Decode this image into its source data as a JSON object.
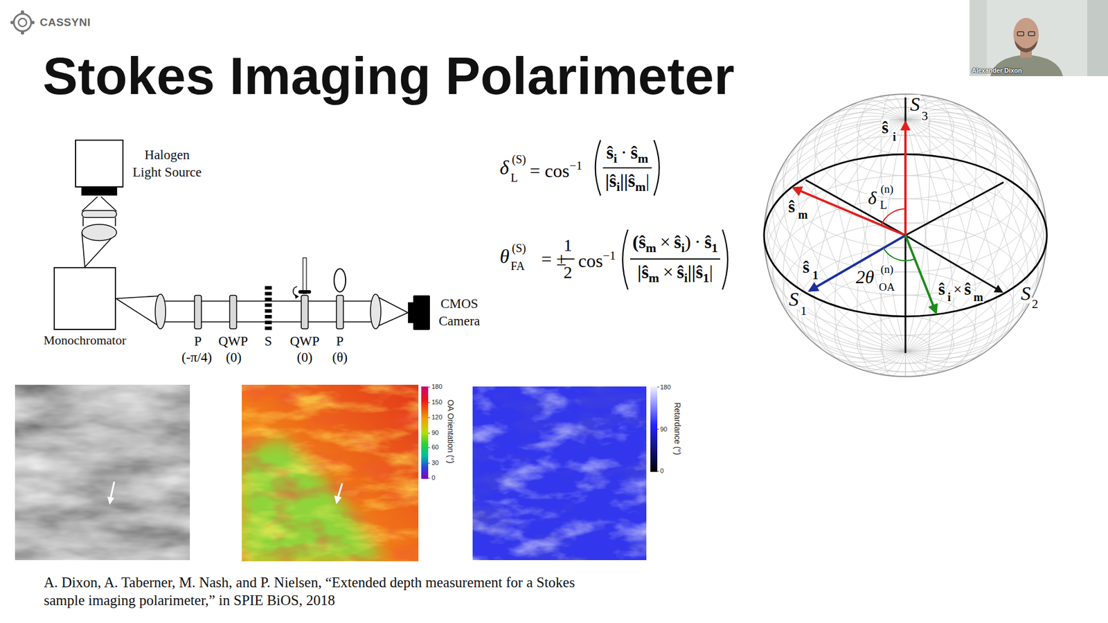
{
  "diagram": {
    "title": "Stokes Imaging Polarimeter",
    "caption": "A. Dixon, A. Taberner, M. Nash, and P. Nielsen, “Extended depth measurement for a Stokes sample imaging polarimeter,” in SPIE BiOS, 2018",
    "nodes": [
      {
        "text": [
          "Halogen Light Source"
        ]
      },
      {
        "text": [
          "Monochromator"
        ]
      },
      {
        "text": [
          "CMOS Camera"
        ]
      }
    ],
    "edges": [
      {
        "from": 0,
        "to": 1,
        "arrow": "none"
      },
      {
        "from": 1,
        "to": 2,
        "arrow": "none"
      }
    ],
    "labels": [
      "CASSYNI",
      "Alexander Dixon",
      "P",
      "(-π/4)",
      "QWP",
      "(0)",
      "S",
      "QWP",
      "(0)",
      "P",
      "(θ)",
      "δ",
      "L",
      "(S)",
      "= cos",
      "−1",
      "ŝ",
      "i",
      "·",
      "ŝ",
      "m",
      "|ŝ",
      "i",
      "||ŝ",
      "m",
      "|",
      "θ",
      "FA",
      "(S)",
      "= ±",
      "1",
      "2",
      "cos",
      "−1",
      "(ŝ",
      "m",
      "×",
      "ŝ",
      "i",
      ")",
      "·",
      "ŝ",
      "1",
      "|ŝ",
      "m",
      "×",
      "ŝ",
      "i",
      "||ŝ",
      "1",
      "|",
      "S",
      "3",
      "ŝ",
      "i",
      "δ",
      "L",
      "(n)",
      "ŝ",
      "m",
      "ŝ",
      "1",
      "S",
      "1",
      "2θ",
      "OA",
      "(n)",
      "ŝ",
      "i",
      "×",
      "ŝ",
      "m",
      "S",
      "2",
      "180",
      "150",
      "120",
      "90",
      "60",
      "30",
      "0",
      "OA Orientation (°)",
      "180",
      "90",
      "0",
      "Retardance (°)"
    ]
  }
}
